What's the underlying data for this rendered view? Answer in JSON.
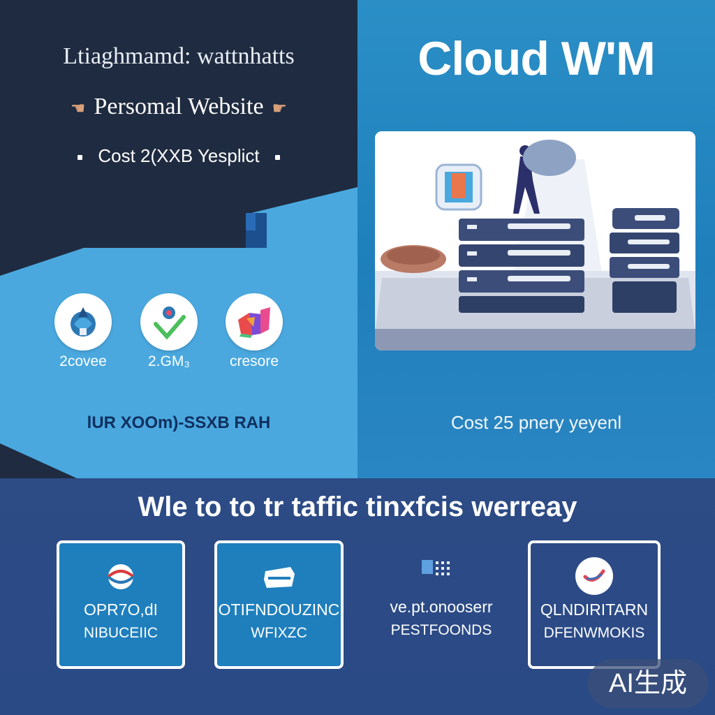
{
  "left": {
    "tagline": "Ltiaghmamd: wattnhatts",
    "subtitle": "Persomal Website",
    "cost": "Cost 2(XXB Yesplict",
    "stats": [
      {
        "label": "2covee",
        "icon": "globe-icon"
      },
      {
        "label": "2.GM₃",
        "icon": "checkmark-icon"
      },
      {
        "label": "cresore",
        "icon": "shapes-icon"
      }
    ],
    "stats_line": "lUR XOOm)-SSXB RAH"
  },
  "right": {
    "title": "Cloud W'M",
    "cost": "Cost 25 pnery yeyenl",
    "illustration": "server-stack-illustration"
  },
  "bottom": {
    "title": "Wle to to tr taffic tinxfcis werreay",
    "features": [
      {
        "line1": "OPR7O,dI",
        "line2": "NIBUCEIIC",
        "icon": "cable-icon"
      },
      {
        "line1": "OTIFNDOUZINC",
        "line2": "WFIXZC",
        "icon": "box-icon"
      },
      {
        "line1": "ve.pt.onooserr",
        "line2": "PESTFOONDS",
        "icon": "grid-icon"
      },
      {
        "line1": "QLNDIRITARN",
        "line2": "DFENWMOKIS",
        "icon": "check-circle-icon"
      }
    ]
  },
  "badge": "AI生成",
  "colors": {
    "navy": "#1e2a40",
    "sky": "#4aa8df",
    "ocean": "#2388c4",
    "bottom": "#2d4b85"
  }
}
